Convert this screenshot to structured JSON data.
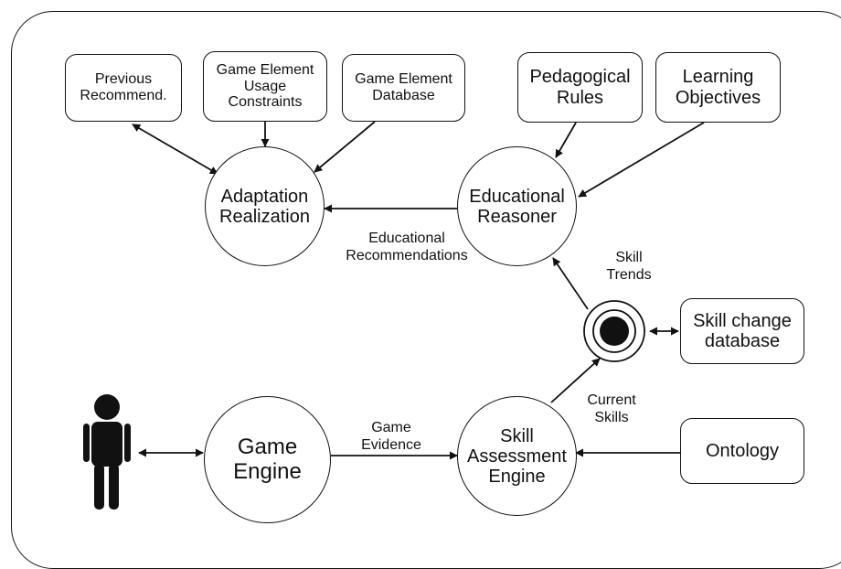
{
  "boxes": {
    "previous_recommend": [
      "Previous",
      "Recommend."
    ],
    "usage_constraints": [
      "Game Element",
      "Usage",
      "Constraints"
    ],
    "element_database": [
      "Game Element",
      "Database"
    ],
    "pedagogical_rules": [
      "Pedagogical",
      "Rules"
    ],
    "learning_objectives": [
      "Learning",
      "Objectives"
    ],
    "skill_change_database": [
      "Skill change",
      "database"
    ],
    "ontology": [
      "Ontology"
    ]
  },
  "processes": {
    "adaptation_realization": [
      "Adaptation",
      "Realization"
    ],
    "educational_reasoner": [
      "Educational",
      "Reasoner"
    ],
    "game_engine": [
      "Game",
      "Engine"
    ],
    "skill_assessment_engine": [
      "Skill",
      "Assessment",
      "Engine"
    ]
  },
  "edge_labels": {
    "educational_recommendations": [
      "Educational",
      "Recommendations"
    ],
    "skill_trends": [
      "Skill",
      "Trends"
    ],
    "current_skills": [
      "Current",
      "Skills"
    ],
    "game_evidence": [
      "Game",
      "Evidence"
    ]
  },
  "colors": {
    "stroke": "#111111",
    "fill": "#ffffff",
    "figure": "#111111"
  },
  "icons": {
    "player": "person-icon",
    "skill_store": "filled-target-icon"
  }
}
